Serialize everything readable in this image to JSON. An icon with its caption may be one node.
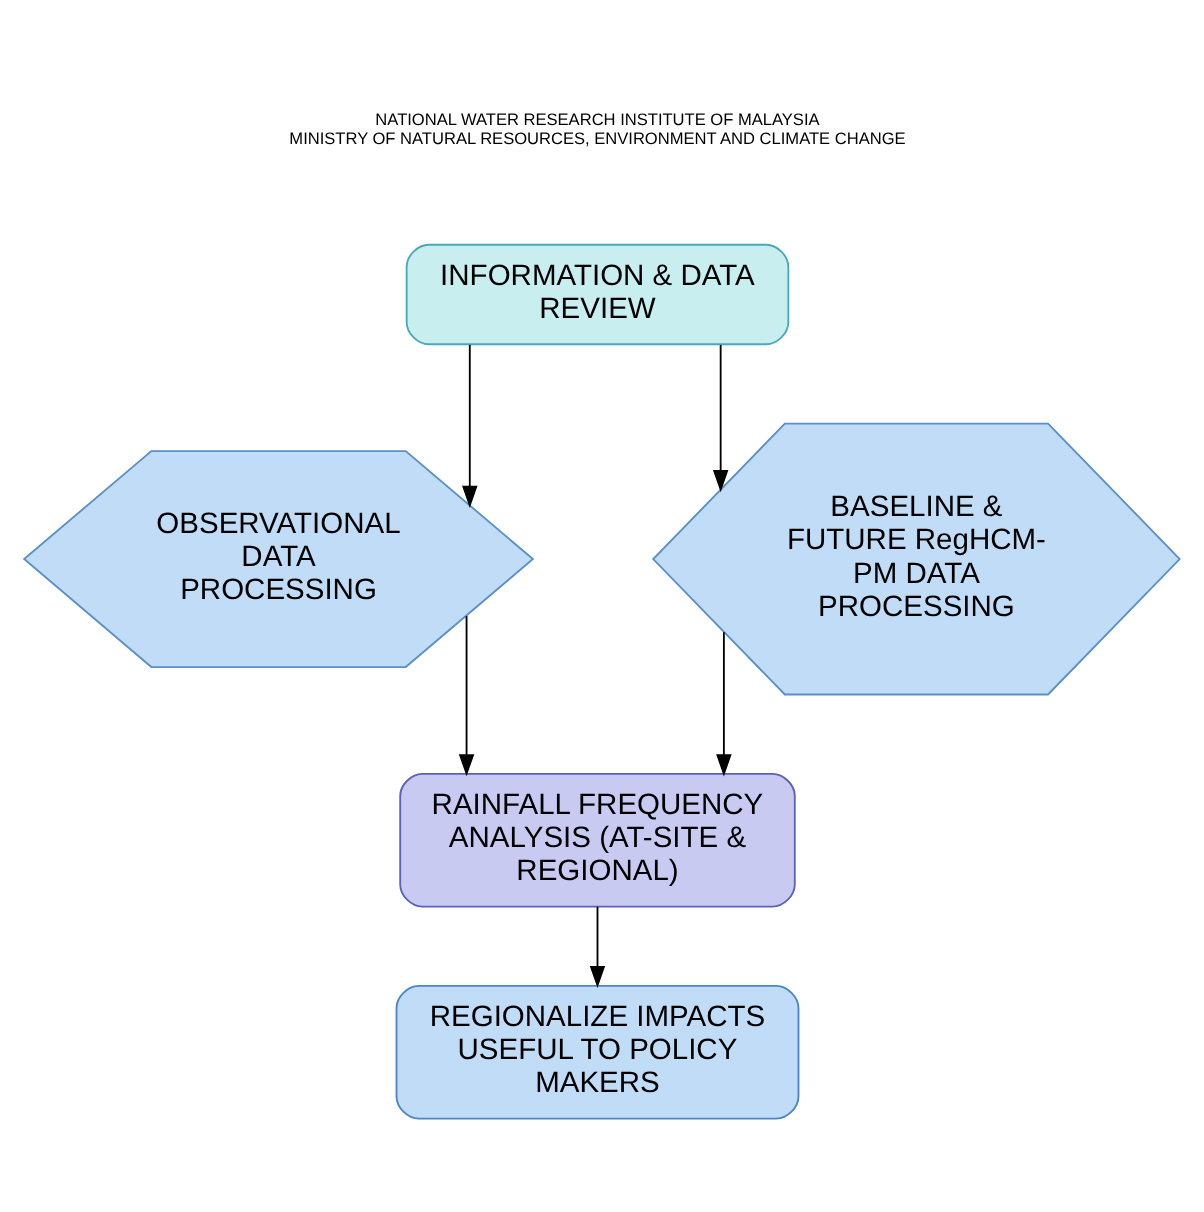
{
  "diagram": {
    "nodes": [
      {
        "text": [
          "INFORMATION & DATA REVIEW"
        ]
      },
      {
        "text": [
          "OBSERVATIONAL DATA PROCESSING"
        ]
      },
      {
        "text": [
          "BASELINE & FUTURE RegHCM-PM DATA PROCESSING"
        ]
      },
      {
        "text": [
          "RAINFALL FREQUENCY ANALYSIS (AT-SITE & REGIONAL)"
        ]
      },
      {
        "text": [
          "REGIONALIZE IMPACTS USEFUL TO POLICY MAKERS"
        ]
      }
    ],
    "edges": [
      {
        "from": 0,
        "to": 1,
        "arrow": "to"
      },
      {
        "from": 0,
        "to": 2,
        "arrow": "to"
      },
      {
        "from": 1,
        "to": 3,
        "arrow": "to"
      },
      {
        "from": 2,
        "to": 3,
        "arrow": "to"
      },
      {
        "from": 3,
        "to": 4,
        "arrow": "to"
      }
    ],
    "labels": [
      "NATIONAL WATER RESEARCH INSTITUTE OF MALAYSIA",
      "MINISTRY OF NATURAL RESOURCES, ENVIRONMENT AND CLIMATE CHANGE"
    ]
  }
}
